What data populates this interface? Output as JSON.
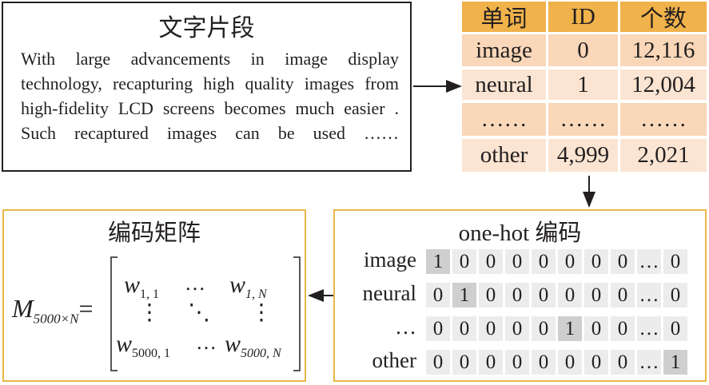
{
  "text_segment": {
    "title": "文字片段",
    "body": "With large advancements in image display technology, recapturing high quality images from high-fidelity LCD screens becomes much easier . Such recaptured images can be used ……"
  },
  "vocab_table": {
    "headers": [
      "单词",
      "ID",
      "个数"
    ],
    "rows": [
      [
        "image",
        "0",
        "12,116"
      ],
      [
        "neural",
        "1",
        "12,004"
      ],
      [
        "……",
        "……",
        "……"
      ],
      [
        "other",
        "4,999",
        "2,021"
      ]
    ]
  },
  "onehot": {
    "title": "one-hot 编码",
    "rows": [
      {
        "label": "image",
        "cells": [
          "1",
          "0",
          "0",
          "0",
          "0",
          "0",
          "0",
          "0",
          "…",
          "0"
        ],
        "hot": 0
      },
      {
        "label": "neural",
        "cells": [
          "0",
          "1",
          "0",
          "0",
          "0",
          "0",
          "0",
          "0",
          "…",
          "0"
        ],
        "hot": 1
      },
      {
        "label": "…",
        "cells": [
          "0",
          "0",
          "0",
          "0",
          "0",
          "1",
          "0",
          "0",
          "…",
          "0"
        ],
        "hot": 5
      },
      {
        "label": "other",
        "cells": [
          "0",
          "0",
          "0",
          "0",
          "0",
          "0",
          "0",
          "0",
          "…",
          "1"
        ],
        "hot": 9
      }
    ]
  },
  "matrix": {
    "title": "编码矩阵",
    "lhs": "M",
    "lhs_sub": "5000×N",
    "eq": "=",
    "w": "w",
    "sub11": "1, 1",
    "sub1N": "1, N",
    "subM1": "5000, 1",
    "subMN": "5000, N",
    "hdots": "…",
    "vdots": "⋮",
    "ddots": "⋱"
  },
  "colors": {
    "header": "#f0b24a",
    "row_a": "#f9d7b8",
    "row_b": "#fbe5d2",
    "box_border": "#e8b84a"
  }
}
